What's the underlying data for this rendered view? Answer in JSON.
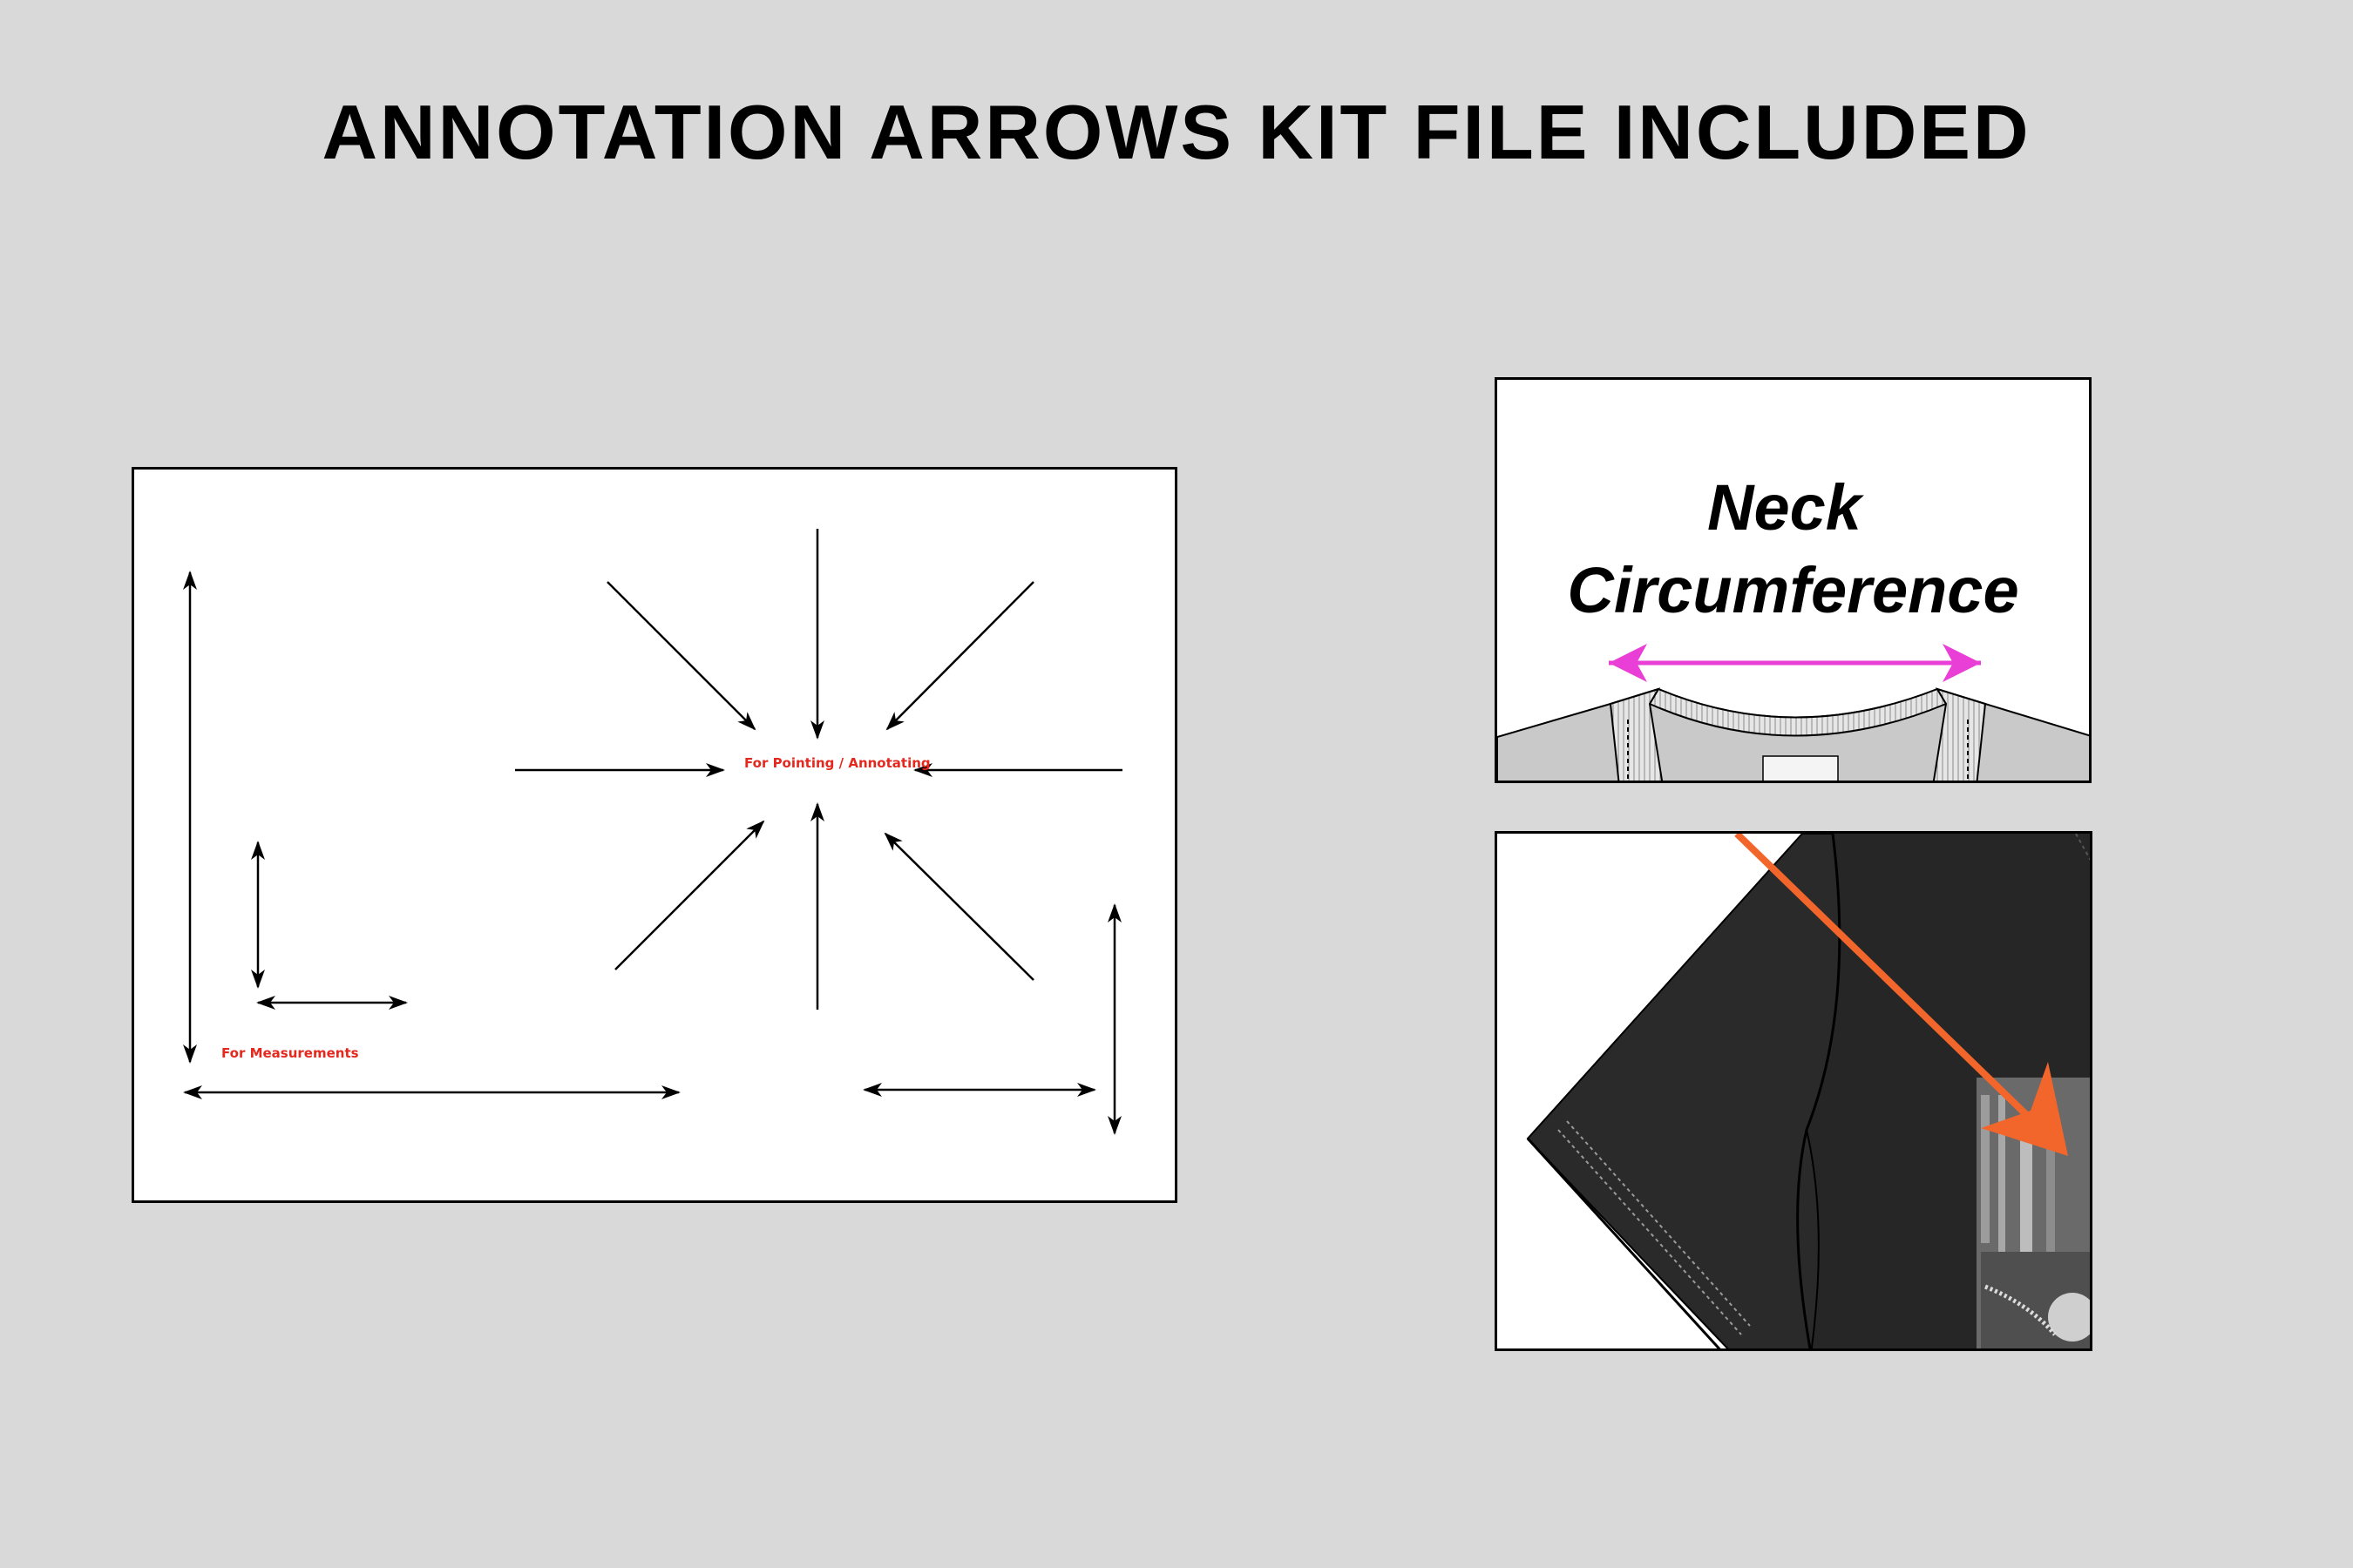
{
  "title": "ANNOTATION ARROWS KIT FILE INCLUDED",
  "kit_panel": {
    "pointing_label": "For Pointing / Annotating",
    "measurement_label": "For Measurements",
    "label_color": "#e4281e"
  },
  "neck_panel": {
    "line1": "Neck",
    "line2": "Circumference",
    "arrow_color": "#ea3fd6"
  },
  "sleeve_panel": {
    "arrow_color": "#f2662b"
  }
}
